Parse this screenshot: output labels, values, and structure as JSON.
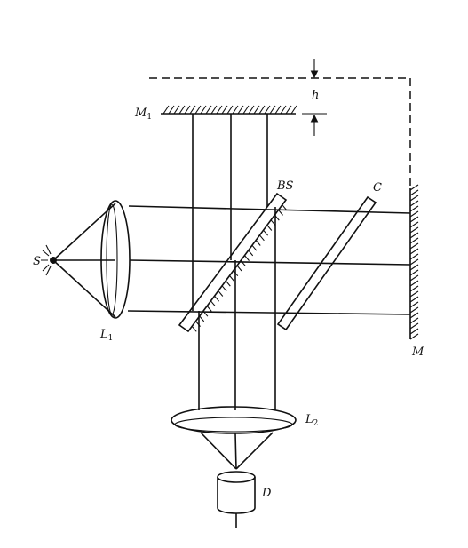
{
  "labels": {
    "source": "S",
    "lens1": "L",
    "lens1_sub": "1",
    "mirror1": "M",
    "mirror1_sub": "1",
    "beam_splitter": "BS",
    "compensator": "C",
    "mirror2": "M",
    "lens2": "L",
    "lens2_sub": "2",
    "detector": "D",
    "displacement": "h"
  },
  "colors": {
    "ink": "#111111",
    "background": "#ffffff"
  }
}
